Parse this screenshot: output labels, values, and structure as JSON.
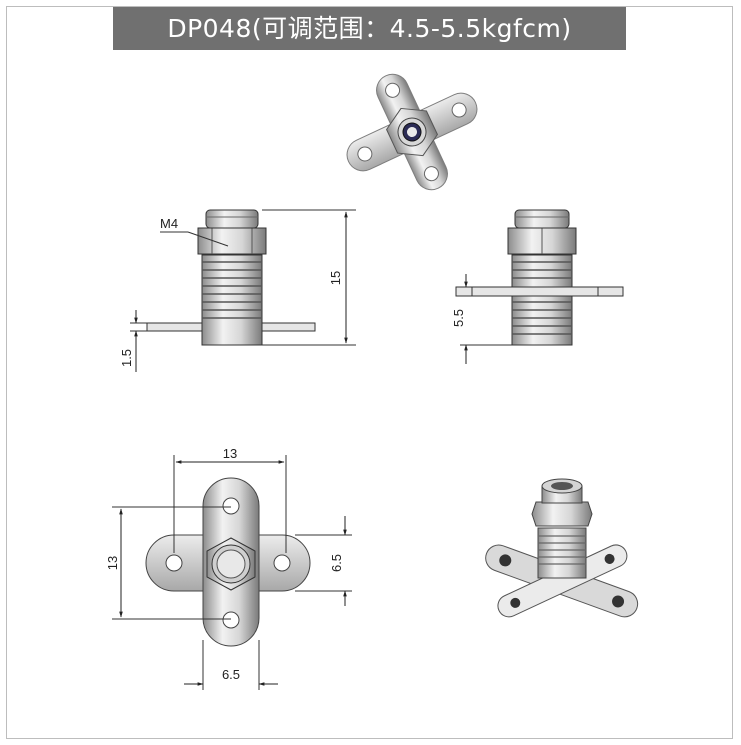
{
  "header": {
    "title": "DP048(可调范围：4.5-5.5kgfcm)"
  },
  "side_view": {
    "thread_label": "M4",
    "height_label": "15",
    "base_thickness_label": "1.5"
  },
  "front_view": {
    "offset_label": "5.5"
  },
  "top_view": {
    "width_label": "13",
    "height_label": "13",
    "ear_width_label": "6.5",
    "arm_width_label": "6.5"
  },
  "photos": {
    "top_photo_icon": "hinge-photo-top",
    "iso_photo_icon": "hinge-photo-iso"
  }
}
